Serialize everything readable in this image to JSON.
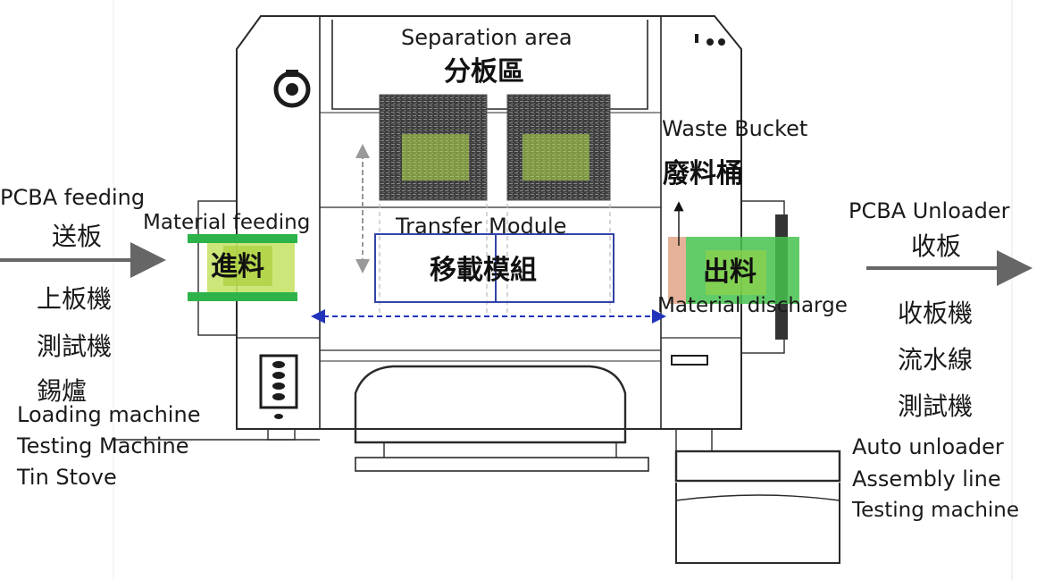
{
  "diagram": {
    "separation_area": {
      "en": "Separation area",
      "zh": "分板區"
    },
    "waste_bucket": {
      "en": "Waste Bucket",
      "zh": "廢料桶"
    },
    "transfer_module": {
      "en": "Transfer Module",
      "zh": "移載模組"
    },
    "material_feeding": {
      "en": "Material  feeding",
      "zh": "進料"
    },
    "material_discharge": {
      "en": "Material discharge",
      "zh": "出料"
    },
    "pcba_feeding": {
      "en": "PCBA feeding",
      "zh": "送板"
    },
    "pcba_unloader": {
      "en": "PCBA Unloader",
      "zh": "收板"
    },
    "left_machines": {
      "zh": [
        "上板機",
        "測試機",
        "錫爐"
      ],
      "en": [
        "Loading machine",
        "Testing Machine",
        "Tin Stove"
      ]
    },
    "right_machines": {
      "zh": [
        "收板機",
        "流水線",
        "測試機"
      ],
      "en": [
        "Auto unloader",
        "Assembly line",
        "Testing machine"
      ]
    },
    "colors": {
      "machine_outline": "#2a2a2a",
      "feed_green": "#2db34a",
      "board_yellow": "#c8e36a",
      "discharge_green": "#47c24f",
      "waste_salmon": "#e0a487",
      "transfer_blue": "#3344a8",
      "dashed_blue": "#2233bb",
      "arrow_gray": "#666666"
    }
  }
}
